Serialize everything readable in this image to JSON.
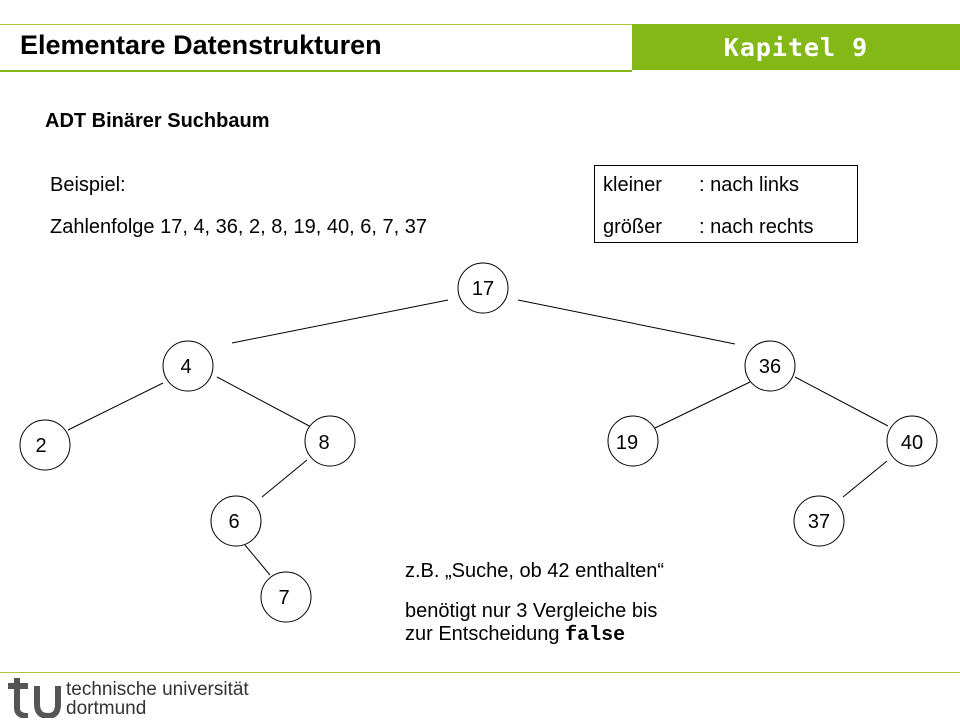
{
  "header": {
    "title": "Elementare Datenstrukturen",
    "chapter": "Kapitel 9",
    "accent_color": "#84b817"
  },
  "slide": {
    "subtitle": "ADT Binärer Suchbaum",
    "example_label": "Beispiel:",
    "sequence": "Zahlenfolge 17, 4, 36, 2, 8, 19, 40, 6, 7, 37"
  },
  "legend": {
    "rows": [
      {
        "key": "kleiner",
        "value": ": nach links"
      },
      {
        "key": "größer",
        "value": ": nach rechts"
      }
    ]
  },
  "tree": {
    "nodes": [
      "17",
      "4",
      "36",
      "2",
      "8",
      "19",
      "40",
      "6",
      "7",
      "37"
    ],
    "edges": [
      [
        "17",
        "4"
      ],
      [
        "17",
        "36"
      ],
      [
        "4",
        "2"
      ],
      [
        "4",
        "8"
      ],
      [
        "36",
        "19"
      ],
      [
        "36",
        "40"
      ],
      [
        "8",
        "6"
      ],
      [
        "6",
        "7"
      ],
      [
        "40",
        "37"
      ]
    ]
  },
  "note": {
    "line1": "z.B. „Suche, ob 42 enthalten“",
    "line2": "benötigt nur 3 Vergleiche bis",
    "line3_prefix": "zur Entscheidung ",
    "line3_code": "false"
  },
  "footer": {
    "logo_text": "tu",
    "university_line1": "technische universität",
    "university_line2": "dortmund"
  }
}
